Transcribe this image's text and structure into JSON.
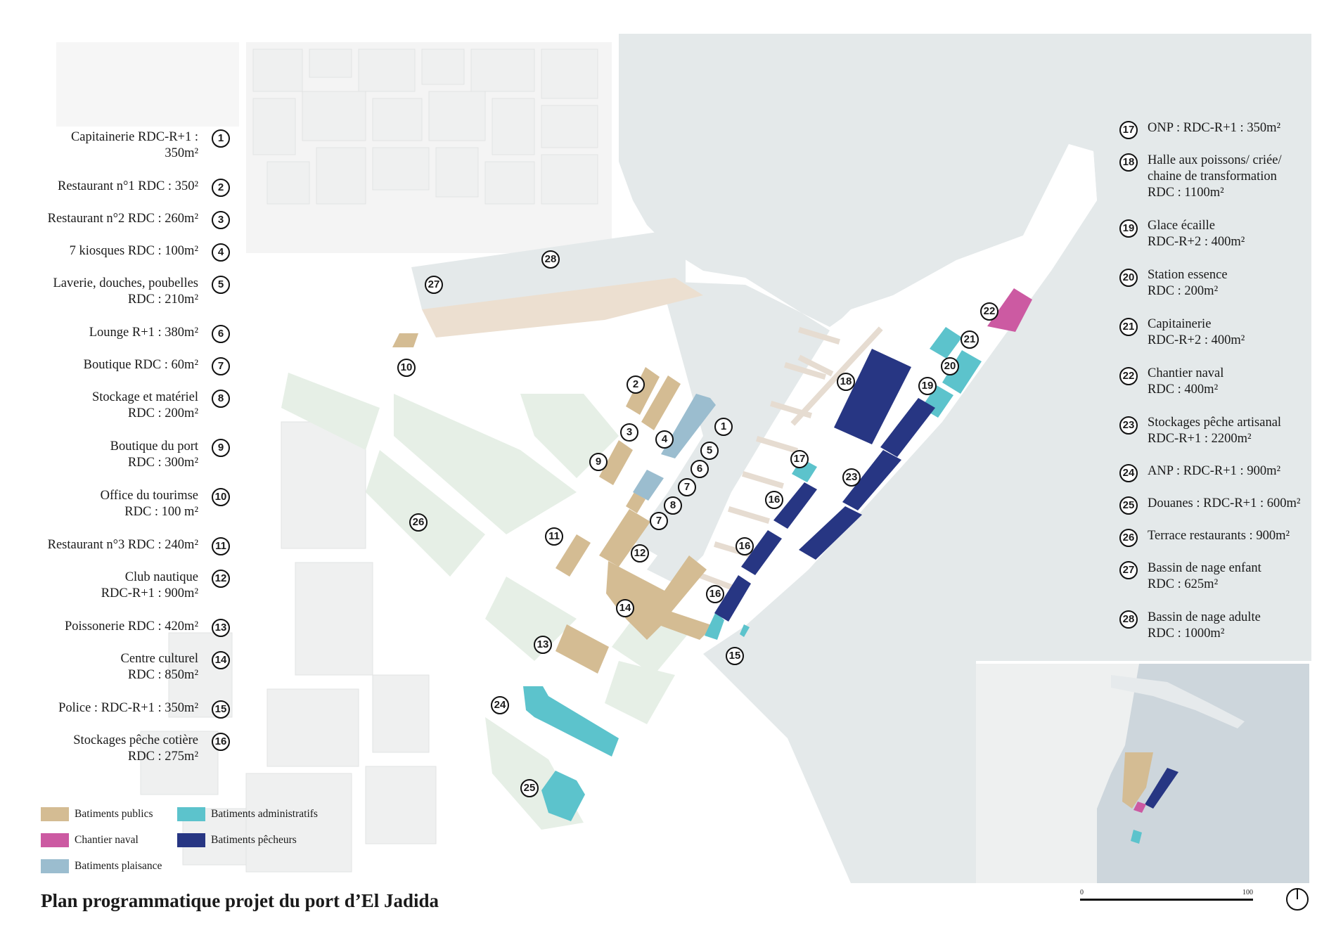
{
  "title": "Plan programmatique projet du port d’El Jadida",
  "legend_left": [
    {
      "num": "1",
      "lines": [
        "Capitainerie RDC-R+1 :",
        "350m²"
      ]
    },
    {
      "num": "2",
      "lines": [
        "Restaurant n°1 RDC : 350²"
      ]
    },
    {
      "num": "3",
      "lines": [
        "Restaurant n°2 RDC : 260m²"
      ]
    },
    {
      "num": "4",
      "lines": [
        "7 kiosques RDC : 100m²"
      ]
    },
    {
      "num": "5",
      "lines": [
        "Laverie, douches, poubelles",
        "RDC : 210m²"
      ]
    },
    {
      "num": "6",
      "lines": [
        "Lounge R+1 : 380m²"
      ]
    },
    {
      "num": "7",
      "lines": [
        "Boutique RDC : 60m²"
      ]
    },
    {
      "num": "8",
      "lines": [
        "Stockage et matériel",
        "RDC : 200m²"
      ]
    },
    {
      "num": "9",
      "lines": [
        "Boutique du port",
        "RDC : 300m²"
      ]
    },
    {
      "num": "10",
      "lines": [
        "Office du tourimse",
        "RDC : 100 m²"
      ]
    },
    {
      "num": "11",
      "lines": [
        "Restaurant n°3 RDC : 240m²"
      ]
    },
    {
      "num": "12",
      "lines": [
        "Club nautique",
        "RDC-R+1 : 900m²"
      ]
    },
    {
      "num": "13",
      "lines": [
        "Poissonerie RDC : 420m²"
      ]
    },
    {
      "num": "14",
      "lines": [
        "Centre culturel",
        "RDC : 850m²"
      ]
    },
    {
      "num": "15",
      "lines": [
        "Police : RDC-R+1 : 350m²"
      ]
    },
    {
      "num": "16",
      "lines": [
        "Stockages pêche cotière",
        "RDC : 275m²"
      ]
    }
  ],
  "legend_right": [
    {
      "num": "17",
      "lines": [
        "ONP : RDC-R+1 : 350m²"
      ]
    },
    {
      "num": "18",
      "lines": [
        "Halle aux poissons/ criée/",
        "chaine de transformation",
        "RDC : 1100m²"
      ]
    },
    {
      "num": "19",
      "lines": [
        "Glace écaille",
        "RDC-R+2 : 400m²"
      ]
    },
    {
      "num": "20",
      "lines": [
        "Station essence",
        "RDC : 200m²"
      ]
    },
    {
      "num": "21",
      "lines": [
        "Capitainerie",
        "RDC-R+2 : 400m²"
      ]
    },
    {
      "num": "22",
      "lines": [
        "Chantier naval",
        "RDC : 400m²"
      ]
    },
    {
      "num": "23",
      "lines": [
        "Stockages pêche artisanal",
        "RDC-R+1 : 2200m²"
      ]
    },
    {
      "num": "24",
      "lines": [
        "ANP : RDC-R+1 : 900m²"
      ]
    },
    {
      "num": "25",
      "lines": [
        "Douanes : RDC-R+1 : 600m²"
      ]
    },
    {
      "num": "26",
      "lines": [
        "Terrace restaurants : 900m²"
      ]
    },
    {
      "num": "27",
      "lines": [
        "Bassin de nage enfant",
        "RDC : 625m²"
      ]
    },
    {
      "num": "28",
      "lines": [
        "Bassin de nage adulte",
        "RDC : 1000m²"
      ]
    }
  ],
  "key": [
    {
      "label": "Batiments publics",
      "color": "#d4bc93"
    },
    {
      "label": "Batiments administratifs",
      "color": "#5cc3cc"
    },
    {
      "label": "Chantier naval",
      "color": "#cc5aa2"
    },
    {
      "label": "Batiments pêcheurs",
      "color": "#273683"
    },
    {
      "label": "Batiments plaisance",
      "color": "#9bbdcf"
    }
  ],
  "map_markers": [
    "1",
    "2",
    "3",
    "4",
    "5",
    "6",
    "7",
    "7",
    "8",
    "9",
    "10",
    "11",
    "12",
    "13",
    "14",
    "15",
    "16",
    "16",
    "16",
    "17",
    "18",
    "19",
    "20",
    "21",
    "22",
    "23",
    "24",
    "25",
    "26",
    "27",
    "28"
  ],
  "scale": {
    "start": "0",
    "end": "100"
  },
  "colors": {
    "water": "#e4e9ea",
    "land": "#ffffff",
    "blocks": "#eff0f0",
    "green": "#e6efe6",
    "beige": "#ecdfd0"
  }
}
